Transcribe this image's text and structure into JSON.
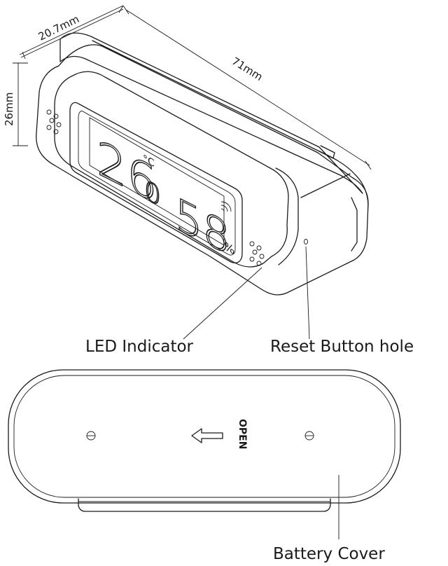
{
  "dimensions": {
    "depth": "20.7mm",
    "length": "71mm",
    "height": "26mm"
  },
  "display": {
    "temperature": "26.0",
    "temp_main": "26",
    "temp_decimal": "0",
    "temp_unit": "°C",
    "humidity": "58",
    "humidity_unit": "%"
  },
  "callouts": {
    "led_indicator": "LED Indicator",
    "reset_hole": "Reset Button hole",
    "battery_cover": "Battery Cover"
  },
  "back_panel": {
    "open_label": "OPEN"
  }
}
